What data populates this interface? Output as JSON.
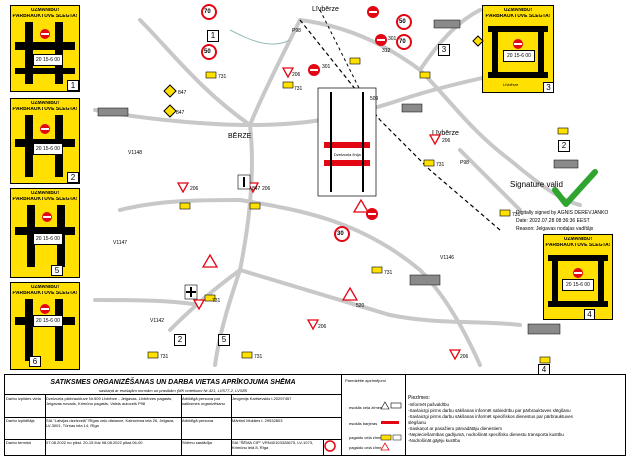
{
  "panels": {
    "title_lines": [
      "UZMANĪBU!",
      "PĀRBRAUKTUVE SLĒGTA!"
    ],
    "time_text": "20 15-6 00",
    "road_codes": [
      "V1148",
      "V1147",
      "V1146",
      "V1142",
      "V1148"
    ],
    "bottom_place": "Līvbērze",
    "p_label": "P-98",
    "left_numbers": [
      "1",
      "2",
      "5",
      "6"
    ],
    "right_numbers": [
      "3",
      "4"
    ]
  },
  "map": {
    "towns": [
      "Līvbērze",
      "Līvbērze",
      "BĒRZE"
    ],
    "callout_numbers": [
      "1",
      "2",
      "3",
      "4",
      "5",
      "2",
      "3",
      "4"
    ],
    "speed_limits": [
      "70",
      "50",
      "50",
      "70",
      "30"
    ],
    "crossing_label": "Dzelzceļa līnija",
    "road_labels": [
      "V1148",
      "V1147",
      "V1142",
      "P98",
      "P98",
      "V1146"
    ],
    "sign_codes": [
      "301",
      "206",
      "847",
      "847",
      "206",
      "206",
      "731",
      "731",
      "312",
      "731",
      "520",
      "206",
      "206",
      "731",
      "509",
      "847",
      "731",
      "731",
      "731",
      "731",
      "206",
      "301"
    ]
  },
  "signature": {
    "valid_text": "Signature valid",
    "signed_by": "Digitally signed by AGNIS DEREVJANKO",
    "date": "Date: 2022.07.28 08:36:36 EEST",
    "reason": "Reason: Jelgavas nodaļas vadītājs"
  },
  "title_block": {
    "main_title": "SATIKSMES ORGANIZĒŠANAS UN DARBA VIETAS APRĪKOJUMA SHĒMA",
    "subtitle": "saskaņā ar esošajām normām un prasībām (MK noteikumi Nr.421, LVS77-2, LVS85",
    "rows": [
      {
        "label": "Darbu izpildes vieta",
        "value": "Dzelzceļa pārbrauktuve Nr.509 Līvbērze - Jelgavas, Līvbērzes pagasts, Jelgavas novads, Krimūnu pagasts, Valsts autoceļš P98"
      },
      {
        "label": "Darbu izpildītājs",
        "value": "SIA \"Latvijas dzelzceļš\" Rīgas ceļu distance, Kalnciema iela 26, Jelgava, LV-3001, Tūrņas iela 14, Rīga"
      },
      {
        "label": "Darbu termiņš",
        "value": "07.08.2022 no plkst. 20-15 līdz 08.08.2022 plkst.06-00"
      }
    ],
    "contacts": [
      {
        "label": "Atbildīgā persona par satiksmes organizēšanu",
        "value": "Jevgenijs Kartševskis t.20297457"
      },
      {
        "label": "Atbildīgā persona",
        "value": "Mārtiņš Mukāns t. 29532803"
      },
      {
        "label": "Shēmu sastādīja",
        "value": "SIA \"ŠĒMA CIP\" VRN40103326675, LV-1073, Krimūnu ielā 8, Rīga"
      }
    ],
    "legend_title": "Paredzētie apzīmējumi",
    "legend": [
      "esošās ceļa zīmes",
      "esošās barjeras",
      "pagaidu ceļa zīmes",
      "pagaidu ceļa zīme"
    ],
    "notes_title": "Piezīmes:",
    "notes": [
      "-Informēt pašvaldību",
      "-Savlaicīgi pirms darbu sākšanas informēt sabiedrību par pārbrauktuves slēgšanu",
      "-Savlaicīgi pirms darbu sākšanas informēt specifiskos dienestus par pārbrauktuves",
      " slēgšanu",
      "-Saskaņot ar pasažieru pārvadātāju dienestiem",
      "-Nepieciešamības gadījumā, nodrošināt specifisko dienestu transporta kustību",
      "-Nodrošināt gājēju kustību"
    ]
  },
  "colors": {
    "panel_yellow": "#ffe000",
    "road_gray": "#bfbfbf",
    "sign_red": "#e30613",
    "check_green": "#2fa52f"
  }
}
